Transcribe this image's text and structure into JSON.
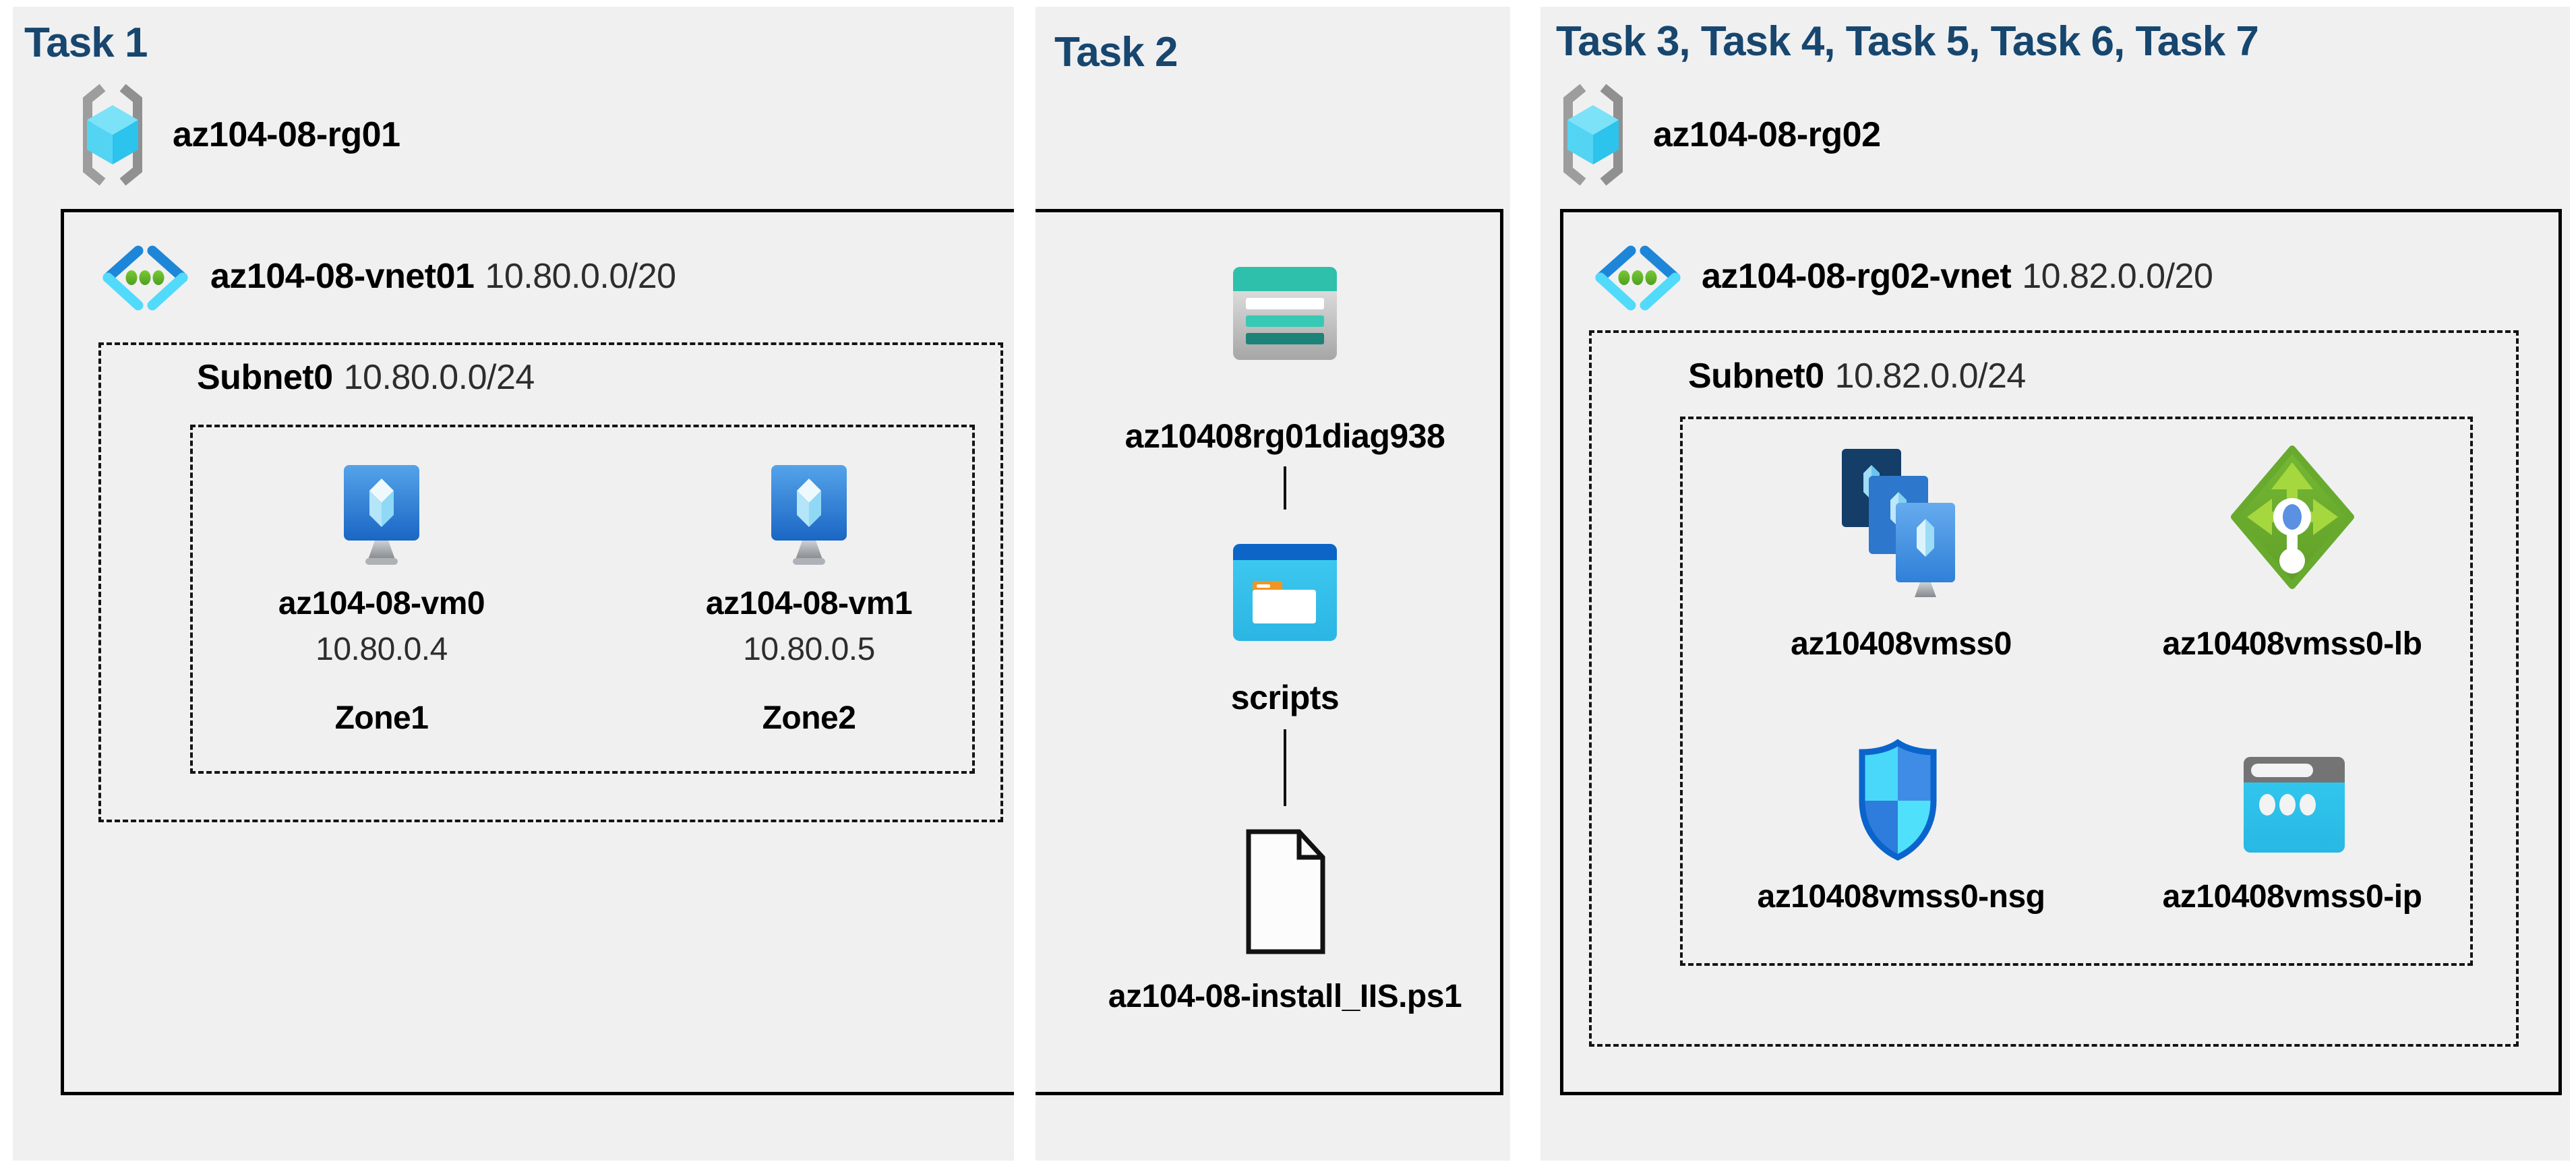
{
  "colors": {
    "page_bg": "#ffffff",
    "panel_bg": "#f0f0f1",
    "title_navy": "#17466e",
    "box_border": "#000000",
    "dash_border": "#141414",
    "label_text": "#000000",
    "secondary_text": "#2d2d2d",
    "vnet_blue": "#1e86d8",
    "vnet_cyan": "#52dafb",
    "vnet_green": "#69b02c",
    "storage_teal": "#2fc0ab",
    "folder_blue": "#0d65c8",
    "folder_cyan": "#3ec9f1",
    "lb_green": "#6cae30",
    "nsg_blue": "#0b64cc",
    "ip_cyan": "#2fc6ee"
  },
  "panels": {
    "task1": {
      "title": "Task 1",
      "resource_group": "az104-08-rg01",
      "vnet_name": "az104-08-vnet01",
      "vnet_cidr": "10.80.0.0/20",
      "subnet_name": "Subnet0",
      "subnet_cidr": "10.80.0.0/24",
      "vms": [
        {
          "name": "az104-08-vm0",
          "ip": "10.80.0.4",
          "zone": "Zone1"
        },
        {
          "name": "az104-08-vm1",
          "ip": "10.80.0.5",
          "zone": "Zone2"
        }
      ]
    },
    "task2": {
      "title": "Task 2",
      "storage_account": "az10408rg01diag938",
      "container": "scripts",
      "script_file": "az104-08-install_IIS.ps1"
    },
    "task3": {
      "title": "Task 3, Task 4, Task 5, Task 6, Task 7",
      "resource_group": "az104-08-rg02",
      "vnet_name": "az104-08-rg02-vnet",
      "vnet_cidr": "10.82.0.0/20",
      "subnet_name": "Subnet0",
      "subnet_cidr": "10.82.0.0/24",
      "resources": [
        {
          "name": "az10408vmss0"
        },
        {
          "name": "az10408vmss0-lb"
        },
        {
          "name": "az10408vmss0-nsg"
        },
        {
          "name": "az10408vmss0-ip"
        }
      ]
    }
  }
}
